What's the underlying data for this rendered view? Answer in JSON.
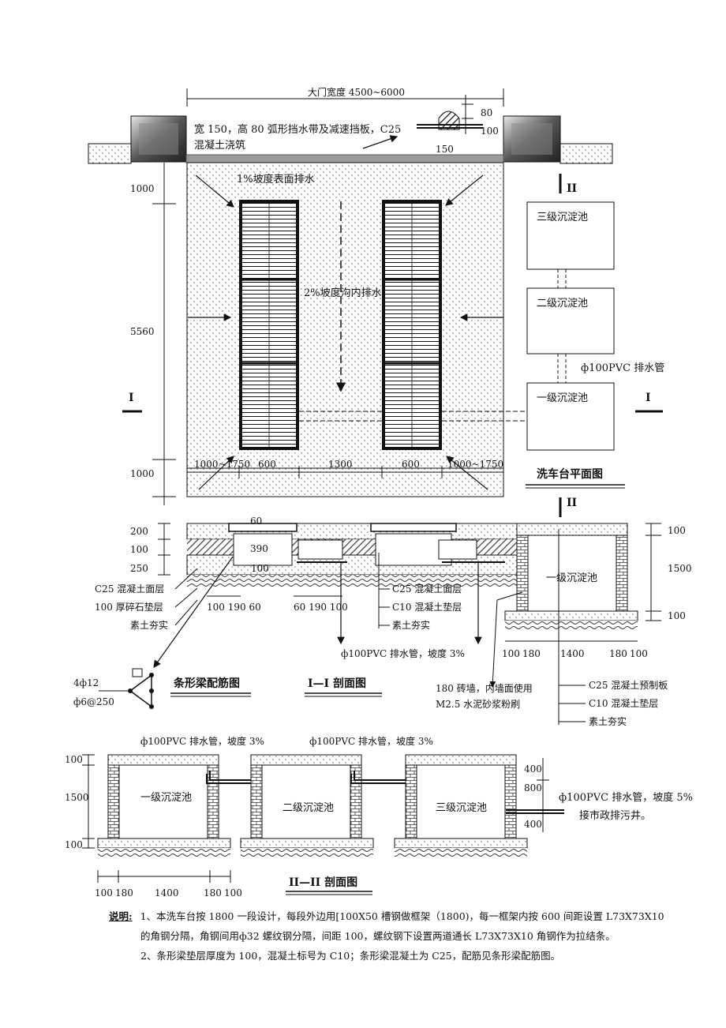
{
  "plan": {
    "gate_width": "大门宽度 4500~6000",
    "curb_note_1": "宽 150，高 80 弧形挡水带及减速挡板，C25",
    "curb_note_2": "混凝土浇筑",
    "curb_dim_80": "80",
    "curb_dim_100": "100",
    "curb_dim_150": "150",
    "slope_surface": "1%坡度表面排水",
    "slope_trench": "2%坡度沟内排水",
    "dim_left_1000_top": "1000",
    "dim_left_5560": "5560",
    "dim_left_1000_bottom": "1000",
    "section_I": "I",
    "section_II": "II",
    "bottom_dims": [
      "1000~1750",
      "600",
      "1300",
      "600",
      "1000~1750"
    ],
    "tank_3": "三级沉淀池",
    "tank_2": "二级沉淀池",
    "tank_1": "一级沉淀池",
    "pipe_note": "ф100PVC 排水管",
    "title": "洗车台平面图"
  },
  "section1": {
    "dims_left": [
      "200",
      "100",
      "250"
    ],
    "dim_60": "60",
    "dim_390": "390",
    "dim_100": "100",
    "layer_c25": "C25 混凝土面层",
    "layer_gravel": "100 厚碎石垫层",
    "layer_soil": "素土夯实",
    "dims_a": "100 190 60",
    "dims_b": "60 190 100",
    "mid_c25": "C25 混凝土面层",
    "mid_c10": "C10 混凝土垫层",
    "mid_soil": "素土夯实",
    "pipe": "ф100PVC 排水管，坡度 3%",
    "title": "I—I 剖面图",
    "beam_title": "条形梁配筋图",
    "rebar_main": "4ф12",
    "rebar_stirrup": "ф6@250",
    "tank_label": "一级沉淀池",
    "tank_dim_100_top": "100",
    "tank_dim_1500": "1500",
    "tank_dim_100_bottom": "100",
    "tank_bottom_dims": [
      "100",
      "180",
      "1400",
      "180",
      "100"
    ],
    "wall_note_1": "180 砖墙，内墙面使用",
    "wall_note_2": "M2.5 水泥砂浆粉刷",
    "slab_c25": "C25 混凝土预制板",
    "slab_c10": "C10 混凝土垫层",
    "slab_soil": "素土夯实"
  },
  "section2": {
    "pipe_a": "ф100PVC 排水管，坡度 3%",
    "pipe_b": "ф100PVC 排水管，坡度 3%",
    "dim_100_top": "100",
    "dim_1500": "1500",
    "dim_100_bottom": "100",
    "tank_1": "一级沉淀池",
    "tank_2": "二级沉淀池",
    "tank_3": "三级沉淀池",
    "right_dims": [
      "400",
      "800",
      "400"
    ],
    "out_pipe_1": "ф100PVC 排水管，坡度 5%",
    "out_pipe_2": "接市政排污井。",
    "bottom_dims": [
      "100",
      "180",
      "1400",
      "180",
      "100"
    ],
    "title": "II—II 剖面图"
  },
  "notes": {
    "title": "说明:",
    "line1": "1、本洗车台按 1800 一段设计，每段外边用[100X50 槽钢做框架（1800)，每一框架内按 600 间距设置 L73X73X10",
    "line2": "的角钢分隔，角钢间用ф32 螺纹钢分隔，间距 100，螺纹钢下设置两道通长 L73X73X10 角钢作为拉结条。",
    "line3": "2、条形梁垫层厚度为 100，混凝土标号为 C10；条形梁混凝土为 C25，配筋见条形梁配筋图。"
  }
}
